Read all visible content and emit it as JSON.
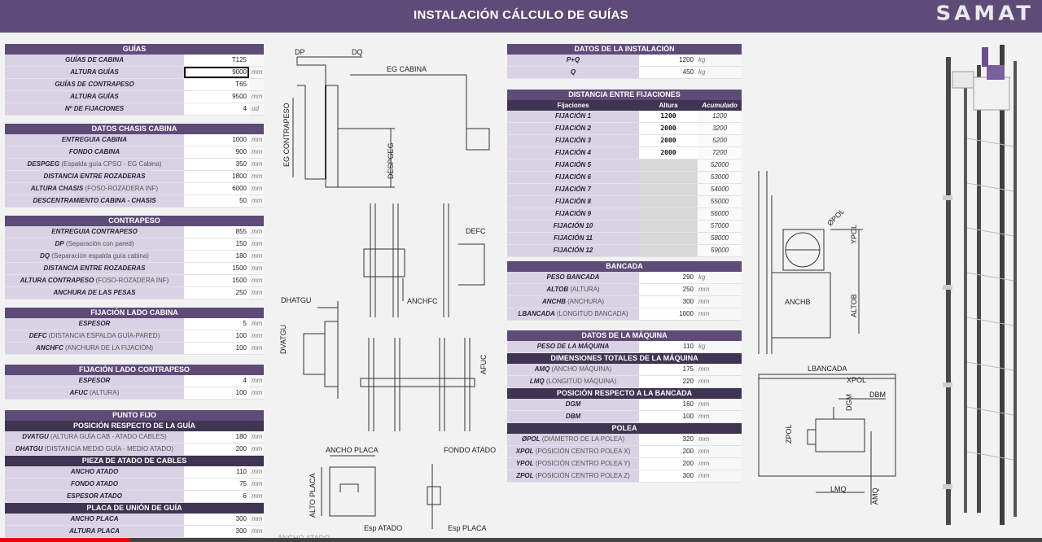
{
  "header": {
    "title": "INSTALACIÓN CÁLCULO DE GUÍAS",
    "brand": "SAMAT"
  },
  "guias": {
    "title": "GUÍAS",
    "rows": [
      {
        "label": "GUÍAS DE CABINA",
        "extra": "",
        "value": "T125",
        "unit": ""
      },
      {
        "label": "ALTURA GUÍAS",
        "extra": "",
        "value": "9000",
        "unit": "mm"
      },
      {
        "label": "GUÍAS DE CONTRAPESO",
        "extra": "",
        "value": "T65",
        "unit": ""
      },
      {
        "label": "ALTURA GUÍAS",
        "extra": "",
        "value": "9500",
        "unit": "mm"
      },
      {
        "label": "Nº DE FIJACIONES",
        "extra": "",
        "value": "4",
        "unit": "ud"
      }
    ]
  },
  "chasis": {
    "title": "DATOS CHASIS CABINA",
    "rows": [
      {
        "label": "ENTREGUIA CABINA",
        "extra": "",
        "value": "1000",
        "unit": "mm"
      },
      {
        "label": "FONDO CABINA",
        "extra": "",
        "value": "900",
        "unit": "mm"
      },
      {
        "label": "DESPGEG",
        "extra": " (Espalda guía CPSO - EG Cabina)",
        "value": "350",
        "unit": "mm"
      },
      {
        "label": "DISTANCIA ENTRE ROZADERAS",
        "extra": "",
        "value": "1800",
        "unit": "mm"
      },
      {
        "label": "ALTURA CHASIS",
        "extra": " (FOSO-ROZADERA INF)",
        "value": "6000",
        "unit": "mm"
      },
      {
        "label": "DESCENTRAMIENTO CABINA - CHASIS",
        "extra": "",
        "value": "50",
        "unit": "mm"
      }
    ]
  },
  "contrapeso": {
    "title": "CONTRAPESO",
    "rows": [
      {
        "label": "ENTREGUIA CONTRAPESO",
        "extra": "",
        "value": "855",
        "unit": "mm"
      },
      {
        "label": "DP",
        "extra": " (Separación con pared)",
        "value": "150",
        "unit": "mm"
      },
      {
        "label": "DQ",
        "extra": " (Separación espalda guía cabina)",
        "value": "180",
        "unit": "mm"
      },
      {
        "label": "DISTANCIA ENTRE ROZADERAS",
        "extra": "",
        "value": "1500",
        "unit": "mm"
      },
      {
        "label": "ALTURA CONTRAPESO",
        "extra": " (FOSO-ROZADERA INF)",
        "value": "1500",
        "unit": "mm"
      },
      {
        "label": "ANCHURA DE LAS PESAS",
        "extra": "",
        "value": "250",
        "unit": "mm"
      }
    ]
  },
  "fij_cabina": {
    "title": "FIJACIÓN LADO CABINA",
    "rows": [
      {
        "label": "ESPESOR",
        "extra": "",
        "value": "5",
        "unit": "mm"
      },
      {
        "label": "DEFC",
        "extra": " (DISTANCIA ESPALDA GUÍA-PARED)",
        "value": "100",
        "unit": "mm"
      },
      {
        "label": "ANCHFC",
        "extra": " (ANCHURA DE LA FIJACIÓN)",
        "value": "100",
        "unit": "mm"
      }
    ]
  },
  "fij_contrapeso": {
    "title": "FIJACIÓN LADO CONTRAPESO",
    "rows": [
      {
        "label": "ESPESOR",
        "extra": "",
        "value": "4",
        "unit": "mm"
      },
      {
        "label": "AFUC",
        "extra": " (ALTURA)",
        "value": "100",
        "unit": "mm"
      }
    ]
  },
  "punto_fijo": {
    "title": "PUNTO FIJO",
    "sub1": "POSICIÓN RESPECTO DE LA GUÍA",
    "rows1": [
      {
        "label": "DVATGU",
        "extra": " (ALTURA GUÍA CAB - ATADO CABLES)",
        "value": "180",
        "unit": "mm"
      },
      {
        "label": "DHATGU",
        "extra": " (DISTANCIA MEDIO GUÍA - MEDIO ATADO)",
        "value": "200",
        "unit": "mm"
      }
    ],
    "sub2": "PIEZA DE ATADO DE CABLES",
    "rows2": [
      {
        "label": "ANCHO ATADO",
        "extra": "",
        "value": "110",
        "unit": "mm"
      },
      {
        "label": "FONDO ATADO",
        "extra": "",
        "value": "75",
        "unit": "mm"
      },
      {
        "label": "ESPESOR ATADO",
        "extra": "",
        "value": "6",
        "unit": "mm"
      }
    ],
    "sub3": "PLACA DE UNIÓN DE GUÍA",
    "rows3": [
      {
        "label": "ANCHO PLACA",
        "extra": "",
        "value": "300",
        "unit": "mm"
      },
      {
        "label": "ALTURA PLACA",
        "extra": "",
        "value": "300",
        "unit": "mm"
      }
    ]
  },
  "instalacion": {
    "title": "DATOS DE LA INSTALACIÓN",
    "rows": [
      {
        "label": "P+Q",
        "extra": "",
        "value": "1200",
        "unit": "kg"
      },
      {
        "label": "Q",
        "extra": "",
        "value": "450",
        "unit": "kg"
      }
    ]
  },
  "fijaciones": {
    "title": "DISTANCIA ENTRE FIJACIONES",
    "headers": [
      "Fijaciones",
      "Altura",
      "Acumulado"
    ],
    "rows": [
      {
        "name": "FIJACIÓN 1",
        "altura": "1200",
        "acum": "1200"
      },
      {
        "name": "FIJACIÓN 2",
        "altura": "2000",
        "acum": "3200"
      },
      {
        "name": "FIJACIÓN 3",
        "altura": "2000",
        "acum": "5200"
      },
      {
        "name": "FIJACIÓN 4",
        "altura": "2000",
        "acum": "7200"
      },
      {
        "name": "FIJACIÓN 5",
        "altura": "",
        "acum": "52000"
      },
      {
        "name": "FIJACIÓN 6",
        "altura": "",
        "acum": "53000"
      },
      {
        "name": "FIJACIÓN 7",
        "altura": "",
        "acum": "54000"
      },
      {
        "name": "FIJACIÓN 8",
        "altura": "",
        "acum": "55000"
      },
      {
        "name": "FIJACIÓN 9",
        "altura": "",
        "acum": "56000"
      },
      {
        "name": "FIJACIÓN 10",
        "altura": "",
        "acum": "57000"
      },
      {
        "name": "FIJACIÓN 11",
        "altura": "",
        "acum": "58000"
      },
      {
        "name": "FIJACIÓN 12",
        "altura": "",
        "acum": "59000"
      }
    ]
  },
  "bancada": {
    "title": "BANCADA",
    "rows": [
      {
        "label": "PESO BANCADA",
        "extra": "",
        "value": "290",
        "unit": "kg"
      },
      {
        "label": "ALTOB",
        "extra": " (ALTURA)",
        "value": "250",
        "unit": "mm"
      },
      {
        "label": "ANCHB",
        "extra": " (ANCHURA)",
        "value": "300",
        "unit": "mm"
      },
      {
        "label": "LBANCADA",
        "extra": " (LONGITUD BANCADA)",
        "value": "1000",
        "unit": "mm"
      }
    ]
  },
  "maquina": {
    "title": "DATOS DE LA MÁQUINA",
    "rows0": [
      {
        "label": "PESO DE LA MÁQUINA",
        "extra": "",
        "value": "110",
        "unit": "kg"
      }
    ],
    "sub1": "DIMENSIONES TOTALES DE LA MÁQUINA",
    "rows1": [
      {
        "label": "AMQ",
        "extra": " (ANCHO MÁQUINA)",
        "value": "175",
        "unit": "mm"
      },
      {
        "label": "LMQ",
        "extra": " (LONGITUD MÁQUINA)",
        "value": "220",
        "unit": "mm"
      }
    ],
    "sub2": "POSICIÓN RESPECTO A LA BANCADA",
    "rows2": [
      {
        "label": "DGM",
        "extra": "",
        "value": "160",
        "unit": "mm"
      },
      {
        "label": "DBM",
        "extra": "",
        "value": "100",
        "unit": "mm"
      }
    ],
    "sub3": "POLEA",
    "rows3": [
      {
        "label": "ØPOL",
        "extra": " (DIÁMETRO DE LA POLEA)",
        "value": "320",
        "unit": "mm"
      },
      {
        "label": "XPOL",
        "extra": " (POSICIÓN CENTRO POLEA X)",
        "value": "200",
        "unit": "mm"
      },
      {
        "label": "YPOL",
        "extra": " (POSICIÓN CENTRO POLEA Y)",
        "value": "200",
        "unit": "mm"
      },
      {
        "label": "ZPOL",
        "extra": " (POSICIÓN CENTRO POLEA Z)",
        "value": "300",
        "unit": "mm"
      }
    ]
  },
  "drawing_labels": {
    "dp": "DP",
    "dq": "DQ",
    "eg_cabina": "EG CABINA",
    "eg_contrapeso": "EG CONTRAPESO",
    "despgeg": "DESPGEG",
    "defc": "DEFC",
    "anchfc": "ANCHFC",
    "dhatgu": "DHATGU",
    "dvatgu": "DVATGU",
    "afuc": "AFUC",
    "ancho_placa": "ANCHO PLACA",
    "alto_placa": "ALTO PLACA",
    "esp_atado": "Esp ATADO",
    "fondo_atado": "FONDO ATADO",
    "esp_placa": "Esp PLACA",
    "ancho_atado": "ANCHO ATADO",
    "opol": "ØPOL",
    "ypol": "YPOL",
    "anchb": "ANCHB",
    "altob": "ALTOB",
    "lbancada": "LBANCADA",
    "xpol": "XPOL",
    "dbm": "DBM",
    "dgm": "DGM",
    "zpol": "ZPOL",
    "lmq": "LMQ",
    "amq": "AMQ"
  }
}
